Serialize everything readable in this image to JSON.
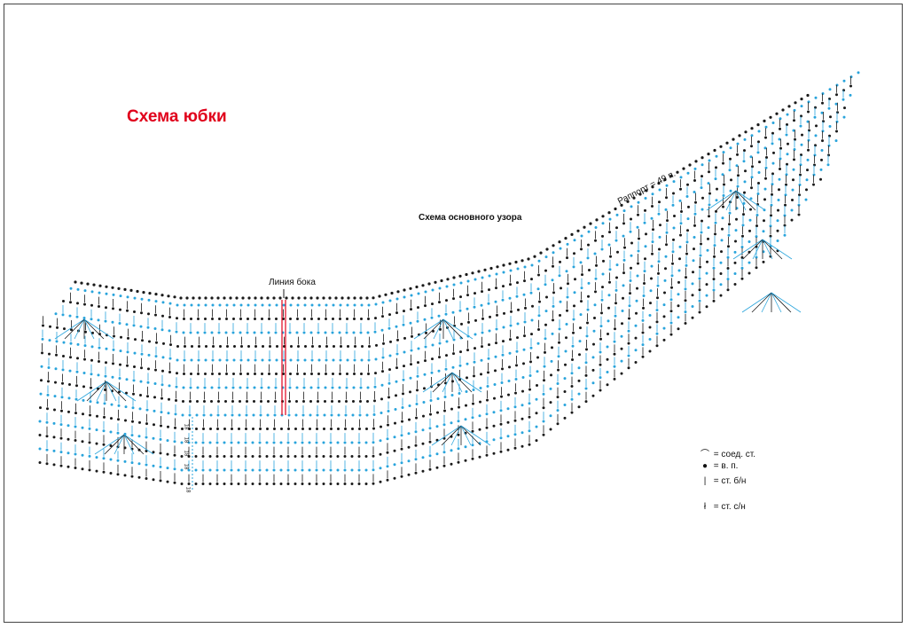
{
  "title": "Схема юбки",
  "colors": {
    "title": "#e0001b",
    "stitch_dark": "#1a1a1a",
    "stitch_blue": "#29a4dc",
    "side_line": "#e0001b",
    "frame": "#444444"
  },
  "diagram": {
    "subtitle": "Схема основного узора",
    "side_line_label": "Линия бока",
    "rapport_label": "Раппорт = 49 п.",
    "row_numbers": [
      "18",
      "18",
      "18",
      "18",
      "18"
    ]
  },
  "legend": [
    {
      "icon": "slip-stitch-icon",
      "symbol": "⌒",
      "label": "= соед. ст."
    },
    {
      "icon": "chain-stitch-icon",
      "symbol": "●",
      "label": "= в. п."
    },
    {
      "icon": "single-crochet-icon",
      "symbol": "|",
      "label": "= ст. б/н"
    },
    {
      "icon": "double-crochet-icon",
      "symbol": "ł",
      "label": "= ст. с/н"
    }
  ]
}
